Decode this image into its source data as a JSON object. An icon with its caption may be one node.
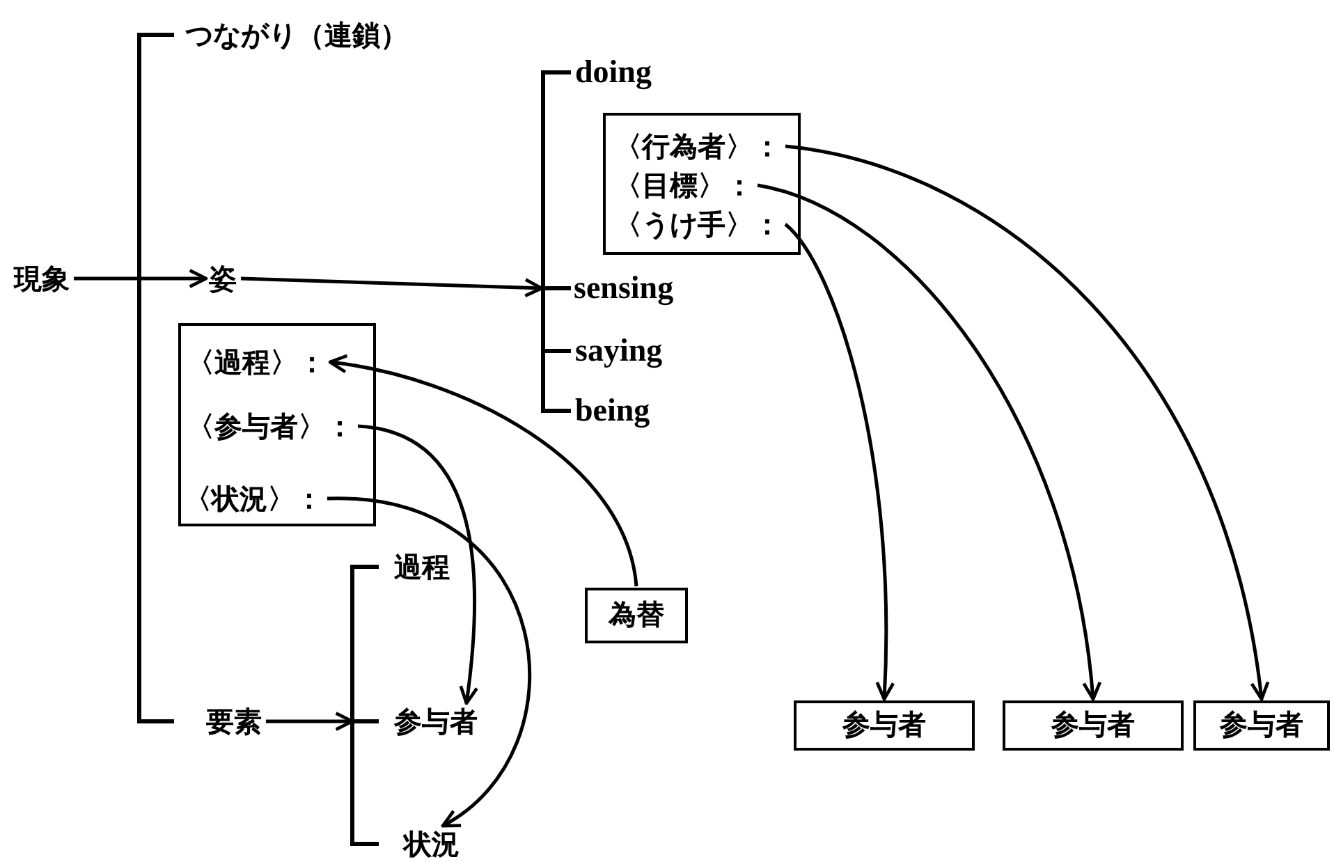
{
  "diagram": {
    "nodes": [
      {
        "text": [
          "現象"
        ]
      },
      {
        "text": [
          "つながり（連鎖）"
        ]
      },
      {
        "text": [
          "姿"
        ]
      },
      {
        "text": [
          "doing"
        ]
      },
      {
        "text": [],
        "shape": "box"
      },
      {
        "text": [
          "〈行為者〉："
        ],
        "in": 4
      },
      {
        "text": [
          "〈目標〉："
        ],
        "in": 4
      },
      {
        "text": [
          "〈うけ手〉："
        ],
        "in": 4
      },
      {
        "text": [
          "sensing"
        ]
      },
      {
        "text": [
          "saying"
        ]
      },
      {
        "text": [
          "being"
        ]
      },
      {
        "text": [],
        "shape": "box"
      },
      {
        "text": [
          "〈過程〉："
        ],
        "in": 11
      },
      {
        "text": [
          "〈参与者〉："
        ],
        "in": 11
      },
      {
        "text": [
          "〈状況〉："
        ],
        "in": 11
      },
      {
        "text": [
          "要素"
        ]
      },
      {
        "text": [
          "過程"
        ]
      },
      {
        "text": [
          "参与者"
        ]
      },
      {
        "text": [
          "状況"
        ]
      },
      {
        "text": [
          "為替"
        ]
      },
      {
        "text": [
          "参与者"
        ]
      },
      {
        "text": [
          "参与者"
        ]
      },
      {
        "text": [
          "参与者"
        ]
      }
    ],
    "edges": [
      {
        "from": 0,
        "to": 2,
        "arrow": "to"
      },
      {
        "from": 2,
        "to": 8,
        "arrow": "to"
      },
      {
        "from": 5,
        "to": 22,
        "arrow": "to"
      },
      {
        "from": 6,
        "to": 21,
        "arrow": "to"
      },
      {
        "from": 7,
        "to": 20,
        "arrow": "to"
      },
      {
        "from": 19,
        "to": 12,
        "arrow": "to"
      },
      {
        "from": 13,
        "to": 17,
        "arrow": "to"
      },
      {
        "from": 14,
        "to": 18,
        "arrow": "to"
      },
      {
        "from": 15,
        "to": 17,
        "arrow": "to"
      }
    ]
  }
}
